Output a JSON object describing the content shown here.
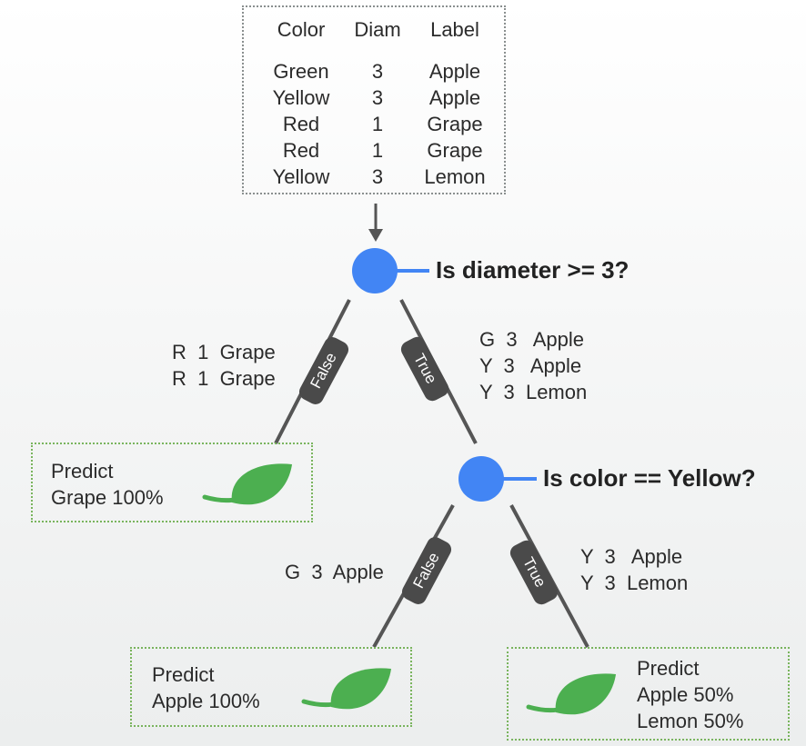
{
  "dataset": {
    "headers": [
      "Color",
      "Diam",
      "Label"
    ],
    "rows": [
      [
        "Green",
        "3",
        "Apple"
      ],
      [
        "Yellow",
        "3",
        "Apple"
      ],
      [
        "Red",
        "1",
        "Grape"
      ],
      [
        "Red",
        "1",
        "Grape"
      ],
      [
        "Yellow",
        "3",
        "Lemon"
      ]
    ]
  },
  "root": {
    "question": "Is diameter >= 3?",
    "false_label": "False",
    "true_label": "True",
    "false_rows": [
      "R  1  Grape",
      "R  1  Grape"
    ],
    "true_rows": [
      "G  3   Apple",
      "Y  3   Apple",
      "Y  3  Lemon"
    ]
  },
  "node2": {
    "question": "Is color == Yellow?",
    "false_label": "False",
    "true_label": "True",
    "false_rows": [
      "G  3  Apple"
    ],
    "true_rows": [
      "Y  3   Apple",
      "Y  3  Lemon"
    ]
  },
  "leaves": {
    "grape": [
      "Predict",
      "Grape 100%"
    ],
    "apple": [
      "Predict",
      "Apple 100%"
    ],
    "mixed": [
      "Predict",
      "Apple 50%",
      "Lemon 50%"
    ]
  },
  "colors": {
    "node": "#4285f4",
    "leaf": "#4caf50",
    "edge": "#555555",
    "tag": "#4a4a4a",
    "leaf_border": "#79b45d"
  }
}
